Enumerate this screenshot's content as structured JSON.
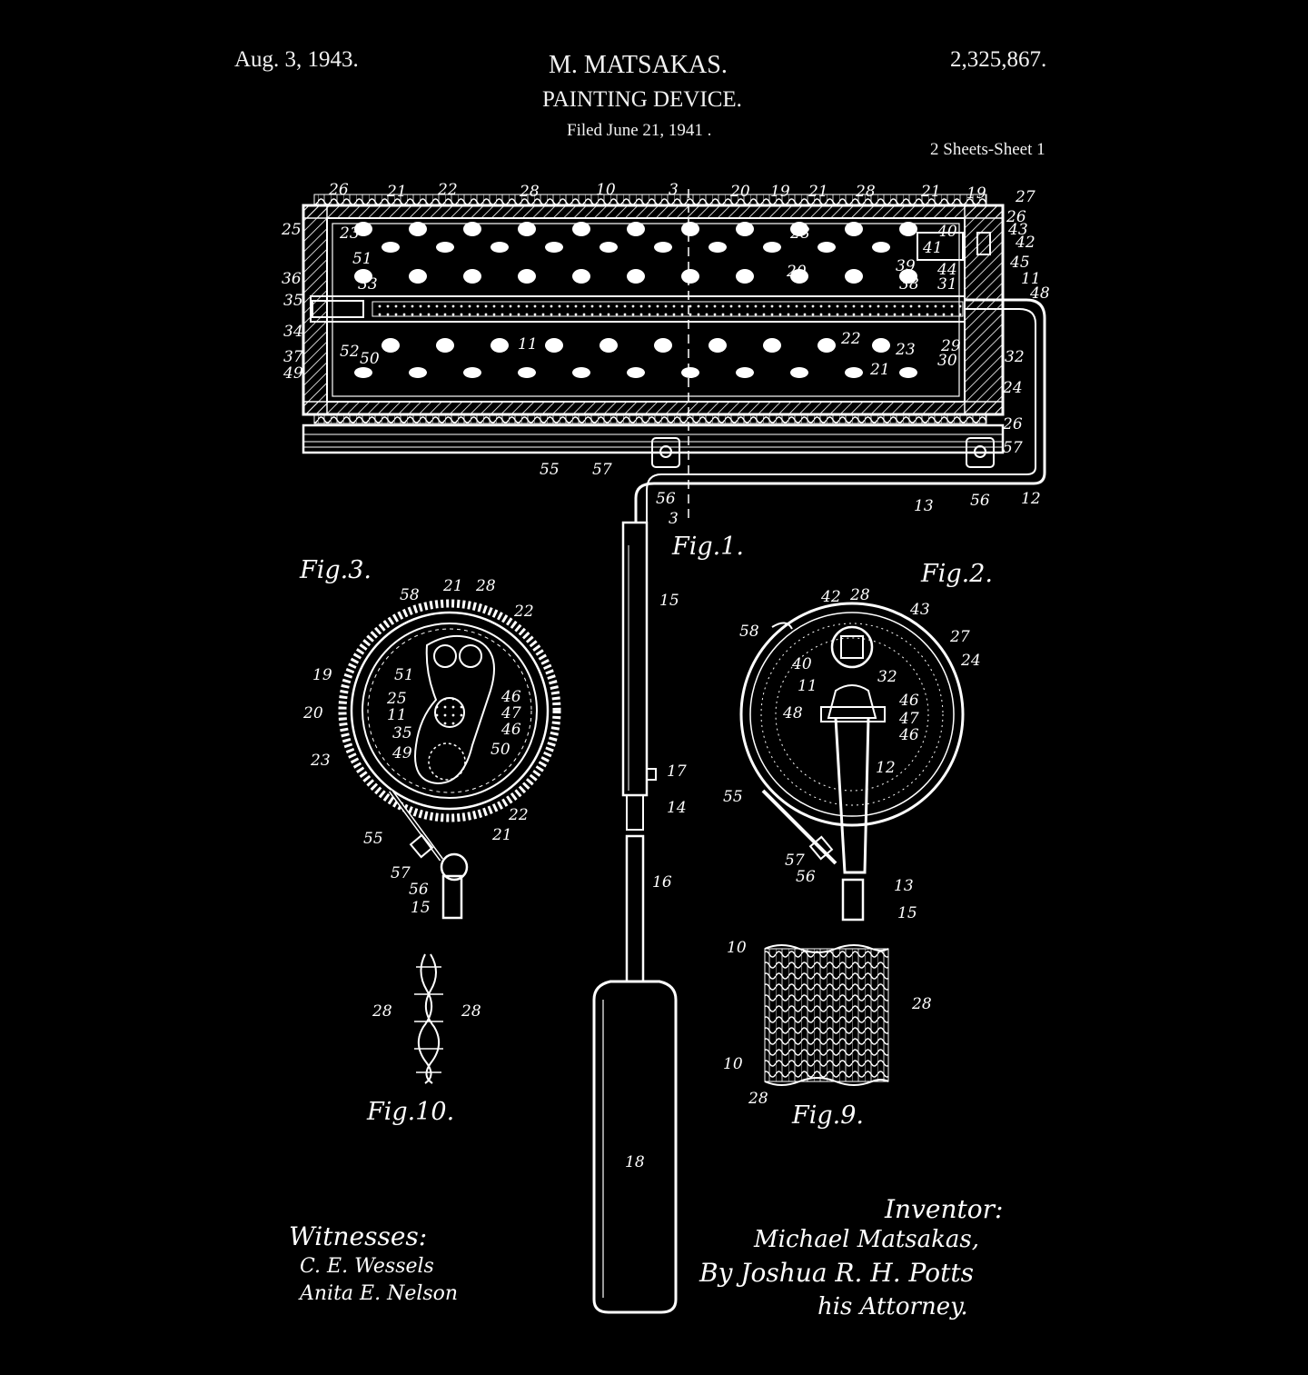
{
  "header": {
    "date": "Aug. 3, 1943.",
    "inventor_name": "M. MATSAKAS.",
    "title": "PAINTING DEVICE.",
    "filed": "Filed June 21, 1941   .",
    "patent_number": "2,325,867.",
    "sheet": "2 Sheets-Sheet 1"
  },
  "figures": {
    "fig1": "Fig.1.",
    "fig2": "Fig.2.",
    "fig3": "Fig.3.",
    "fig9": "Fig.9.",
    "fig10": "Fig.10."
  },
  "signatures": {
    "witnesses_heading": "Witnesses:",
    "witness_1": "C. E. Wessels",
    "witness_2": "Anita E. Nelson",
    "inventor_heading": "Inventor:",
    "inventor": "Michael Matsakas,",
    "by_attorney": "By Joshua R. H. Potts",
    "attorney_role": "his Attorney."
  },
  "reference_numerals": {
    "fig1_top": [
      "26",
      "21",
      "22",
      "28",
      "10",
      "3",
      "20",
      "19",
      "21",
      "28",
      "21",
      "19",
      "27"
    ],
    "fig1_left": [
      "25",
      "23",
      "51",
      "36",
      "33",
      "35",
      "34",
      "37",
      "49",
      "52",
      "50"
    ],
    "fig1_right": [
      "26",
      "43",
      "42",
      "45",
      "11",
      "48",
      "44",
      "31",
      "38",
      "32",
      "24",
      "26",
      "57",
      "12"
    ],
    "fig1_inner": [
      "20",
      "11",
      "22",
      "23",
      "21",
      "29",
      "30",
      "40",
      "41",
      "28",
      "39"
    ],
    "fig1_bottom": [
      "55",
      "57",
      "56",
      "13",
      "56",
      "3"
    ],
    "handle": [
      "15",
      "17",
      "14",
      "16",
      "18"
    ],
    "fig3": [
      "58",
      "21",
      "28",
      "22",
      "19",
      "20",
      "23",
      "51",
      "25",
      "11",
      "35",
      "49",
      "46",
      "47",
      "46",
      "50",
      "22",
      "21",
      "55",
      "57",
      "56",
      "15"
    ],
    "fig2": [
      "42",
      "28",
      "43",
      "27",
      "24",
      "58",
      "40",
      "11",
      "32",
      "48",
      "46",
      "47",
      "46",
      "12",
      "55",
      "57",
      "56",
      "13",
      "15"
    ],
    "fig9": [
      "10",
      "28",
      "10",
      "28"
    ],
    "fig10": [
      "28",
      "28"
    ]
  },
  "colors": {
    "background": "#000000",
    "ink": "#ffffff"
  }
}
